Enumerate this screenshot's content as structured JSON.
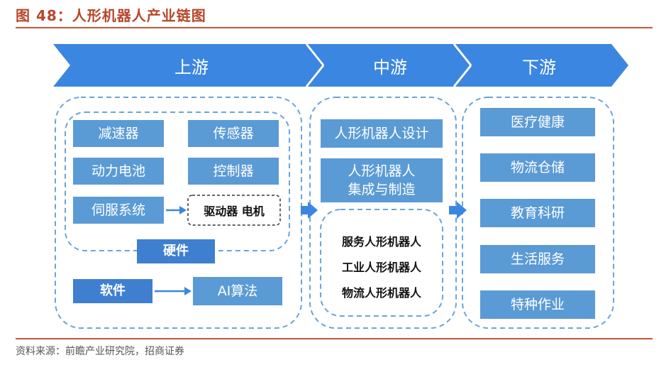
{
  "title": "图 48：人形机器人产业链图",
  "source": "资料来源：前瞻产业研究院，招商证券",
  "colors": {
    "arrow": "#3b86e0",
    "box": "#5b9bd5",
    "dash": "#6aa3dd",
    "accent": "#b7472a"
  },
  "stages": [
    "上游",
    "中游",
    "下游"
  ],
  "upstream": {
    "hardware_items": [
      "减速器",
      "传感器",
      "动力电池",
      "控制器",
      "伺服系统"
    ],
    "driver_motor": "驱动器 电机",
    "hardware_label": "硬件",
    "software_label": "软件",
    "ai_label": "AI算法"
  },
  "midstream": {
    "design": "人形机器人设计",
    "integration": "人形机器人\n集成与制造",
    "types": [
      "服务人形机器人",
      "工业人形机器人",
      "物流人形机器人"
    ]
  },
  "downstream": [
    "医疗健康",
    "物流仓储",
    "教育科研",
    "生活服务",
    "特种作业"
  ]
}
